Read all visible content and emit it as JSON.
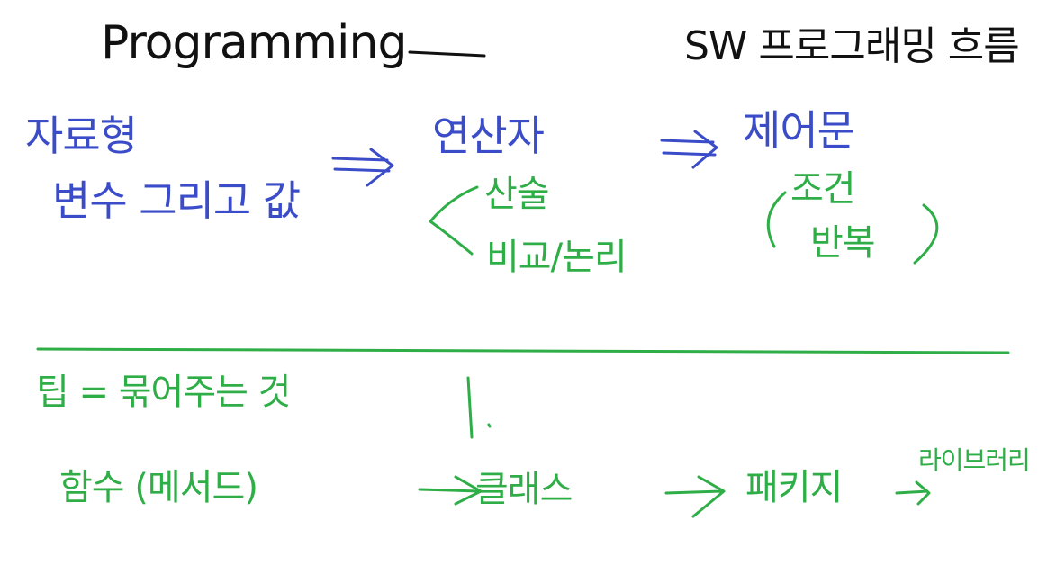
{
  "header": {
    "left_title": "Programming",
    "right_title": "SW 프로그래밍 흐름"
  },
  "row1": {
    "left_top": "자료형",
    "left_bottom": "변수 그리고 값",
    "middle": "연산자",
    "middle_branch_1": "산술",
    "middle_branch_2": "비교/논리",
    "right": "제어문",
    "right_branch_1": "조건",
    "right_branch_2": "반복"
  },
  "row2": {
    "tip": "팁 = 묶어주는 것",
    "flow_1": "함수 (메서드)",
    "flow_2": "클래스",
    "flow_3": "패키지",
    "flow_4": "라이브러리"
  },
  "colors": {
    "black": "#111111",
    "blue": "#3b4cc9",
    "green": "#2fae48"
  }
}
